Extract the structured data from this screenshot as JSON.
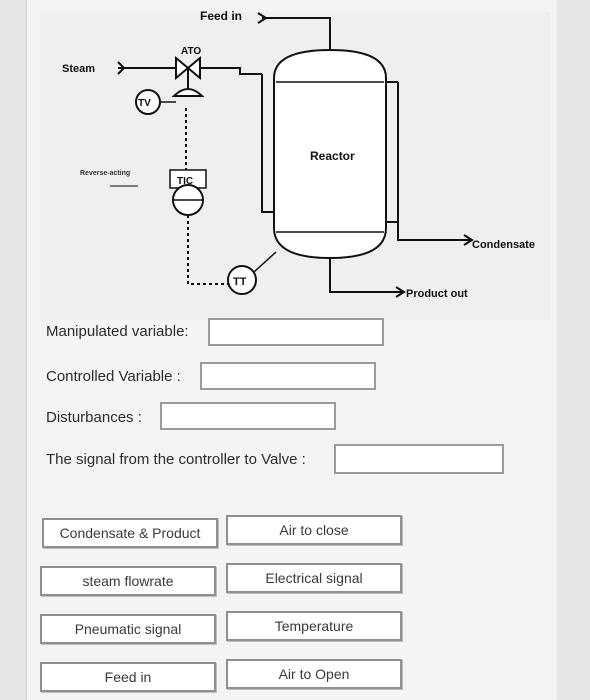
{
  "diagram": {
    "feed_in": "Feed in",
    "steam": "Steam",
    "valve_tag": "ATO",
    "tv": "TV",
    "reverse_acting": "Reverse-acting",
    "tic": "TIC",
    "reactor": "Reactor",
    "tt": "TT",
    "condensate": "Condensate",
    "product_out": "Product out"
  },
  "questions": [
    {
      "label": "Manipulated variable:",
      "value": ""
    },
    {
      "label": "Controlled Variable :",
      "value": ""
    },
    {
      "label": "Disturbances :",
      "value": ""
    },
    {
      "label": "The signal from the controller to Valve :",
      "value": ""
    }
  ],
  "answer_choices": {
    "left": [
      "Condensate & Product",
      "steam flowrate",
      "Pneumatic signal",
      "Feed in"
    ],
    "right": [
      "Air to close",
      "Electrical signal",
      "Temperature",
      "Air to Open"
    ]
  }
}
